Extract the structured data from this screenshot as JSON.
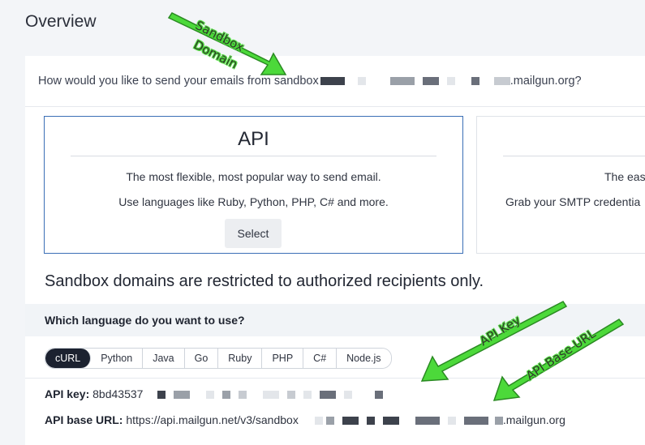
{
  "page": {
    "title": "Overview"
  },
  "question": {
    "prefix": "How would you like to send your emails from sandbox",
    "suffix": ".mailgun.org?"
  },
  "options": {
    "api": {
      "title": "API",
      "line1": "The most flexible, most popular way to send email.",
      "line2": "Use languages like Ruby, Python, PHP, C# and more.",
      "select_label": "Select"
    },
    "smtp": {
      "line1": "The eas",
      "line2": "Grab your SMTP credentia"
    }
  },
  "restricted_notice": "Sandbox domains are restricted to authorized recipients only.",
  "language": {
    "question": "Which language do you want to use?",
    "tabs": [
      "cURL",
      "Python",
      "Java",
      "Go",
      "Ruby",
      "PHP",
      "C#",
      "Node.js"
    ],
    "selected": "cURL"
  },
  "credentials": {
    "api_key_label": "API key:",
    "api_key_prefix": "8bd43537",
    "base_url_label": "API base URL:",
    "base_url_prefix": "https://api.mailgun.net/v3/sandbox",
    "base_url_suffix": ".mailgun.org"
  },
  "annotations": {
    "sandbox_line1": "Sandbox",
    "sandbox_line2": "Domain",
    "api_key": "API Key",
    "api_base_url": "API Base URL",
    "color": "#4cd93a"
  }
}
